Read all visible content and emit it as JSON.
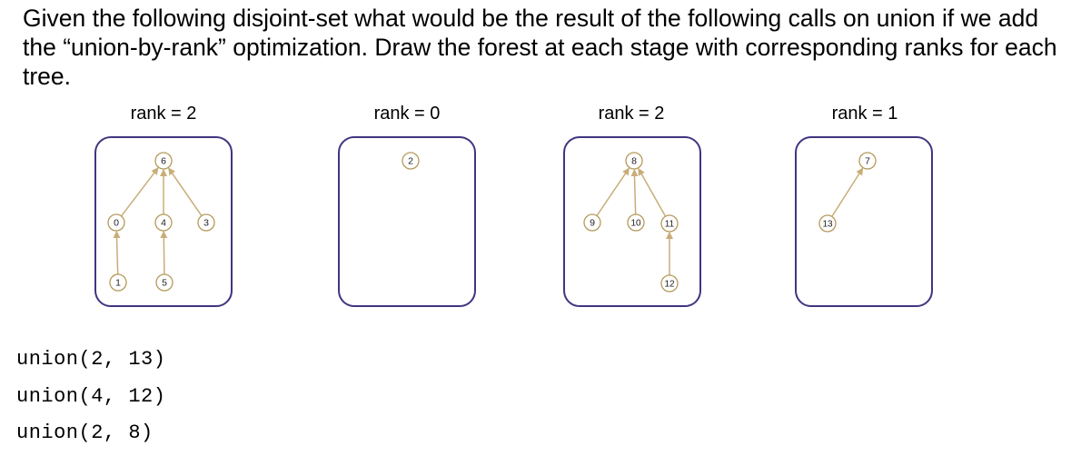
{
  "question": "Given the following disjoint-set what would be the result of the following calls on union if we add the “union-by-rank” optimization. Draw the forest at each stage with corresponding ranks for each tree.",
  "trees": [
    {
      "rank_label": "rank = 2",
      "nodes": [
        {
          "id": "6",
          "parent": null
        },
        {
          "id": "0",
          "parent": "6"
        },
        {
          "id": "4",
          "parent": "6"
        },
        {
          "id": "3",
          "parent": "6"
        },
        {
          "id": "1",
          "parent": "0"
        },
        {
          "id": "5",
          "parent": "4"
        }
      ]
    },
    {
      "rank_label": "rank = 0",
      "nodes": [
        {
          "id": "2",
          "parent": null
        }
      ]
    },
    {
      "rank_label": "rank = 2",
      "nodes": [
        {
          "id": "8",
          "parent": null
        },
        {
          "id": "9",
          "parent": "8"
        },
        {
          "id": "10",
          "parent": "8"
        },
        {
          "id": "11",
          "parent": "8"
        },
        {
          "id": "12",
          "parent": "11"
        }
      ]
    },
    {
      "rank_label": "rank = 1",
      "nodes": [
        {
          "id": "7",
          "parent": null
        },
        {
          "id": "13",
          "parent": "7"
        }
      ]
    }
  ],
  "calls": [
    "union(2, 13)",
    "union(4, 12)",
    "union(2, 8)"
  ],
  "colors": {
    "box_border": "#3f3680",
    "node_border": "#b59a5b",
    "edge": "#c8ad78"
  }
}
